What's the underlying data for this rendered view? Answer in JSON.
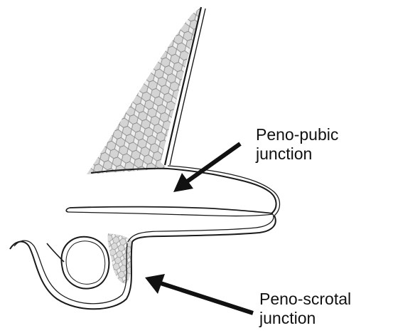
{
  "labels": {
    "peno_pubic": {
      "line1": "Peno-pubic",
      "line2": "junction"
    },
    "peno_scrotal": {
      "line1": "Peno-scrotal",
      "line2": "junction"
    }
  },
  "colors": {
    "outline": "#1a1a1a",
    "hatch": "#8a8a8a",
    "arrow": "#111111",
    "text": "#111111"
  }
}
